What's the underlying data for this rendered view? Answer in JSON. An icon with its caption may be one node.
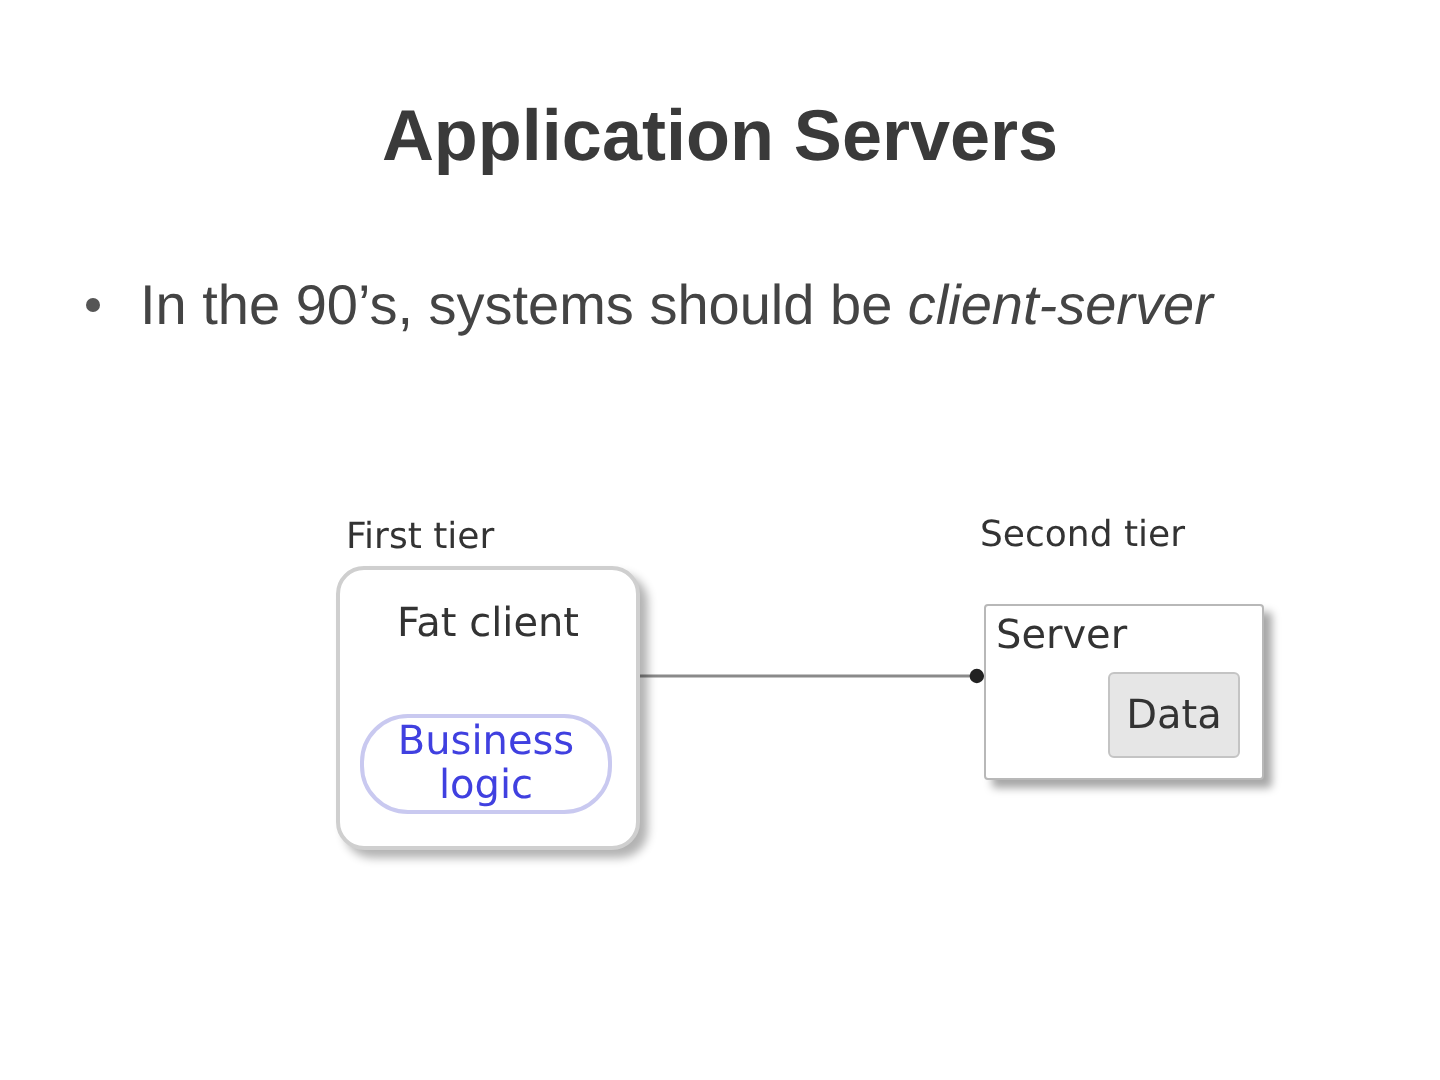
{
  "diagram": {
    "title": "Application Servers",
    "nodes": [
      {
        "text": [
          "First tier",
          "Fat client"
        ]
      },
      {
        "text": [
          "Business logic"
        ],
        "in": 0
      },
      {
        "text": [
          "Second tier",
          "Server"
        ]
      },
      {
        "text": [
          "Data"
        ],
        "in": 2
      }
    ],
    "edges": [
      {
        "from": 0,
        "to": 2,
        "arrow": "other"
      }
    ],
    "labels": [
      "In the 90’s, systems should be *client-server*"
    ]
  }
}
